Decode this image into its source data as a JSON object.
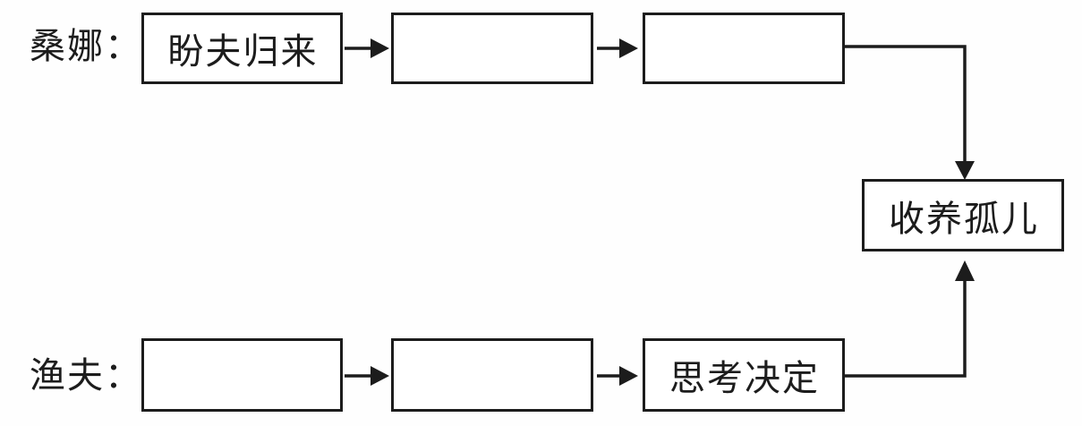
{
  "diagram": {
    "colors": {
      "ink": "#1c1c1c",
      "background": "#ffffff"
    },
    "rows": [
      {
        "label": "桑娜：",
        "boxes": [
          {
            "text": "盼夫归来"
          },
          {
            "text": ""
          },
          {
            "text": ""
          }
        ]
      },
      {
        "label": "渔夫：",
        "boxes": [
          {
            "text": ""
          },
          {
            "text": ""
          },
          {
            "text": "思考决定"
          }
        ]
      }
    ],
    "merge_box": {
      "text": "收养孤儿"
    },
    "connections": [
      "桑娜 box1 → box2",
      "桑娜 box2 → box3",
      "桑娜 box3 → 收养孤儿",
      "渔夫 box1 → box2",
      "渔夫 box2 → box3",
      "渔夫 box3 → 收养孤儿"
    ]
  }
}
